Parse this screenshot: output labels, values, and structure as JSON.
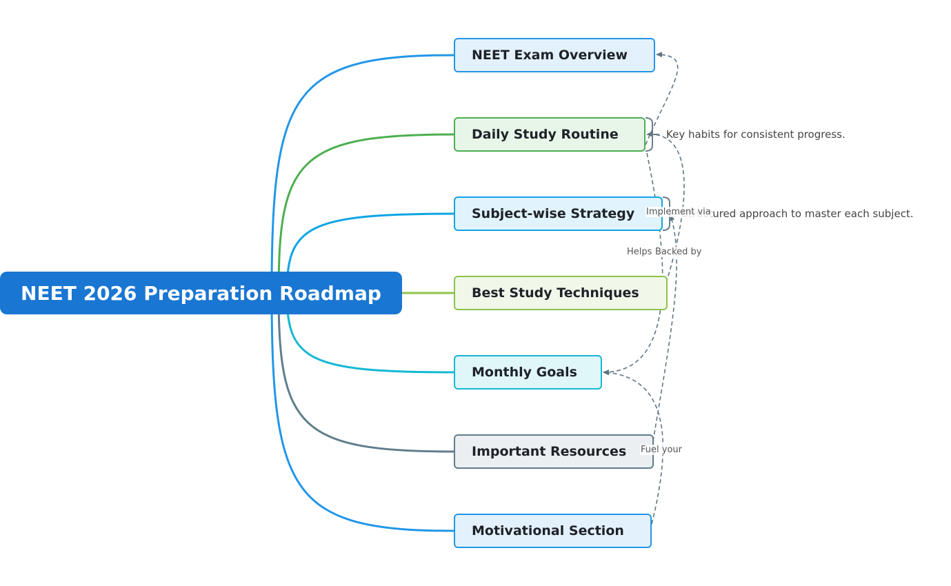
{
  "root": {
    "title": "NEET 2026 Preparation Roadmap",
    "color": "#1976d2"
  },
  "branches": [
    {
      "label": "NEET Exam Overview",
      "color": "#2196e8",
      "fill": "#e3f1fc"
    },
    {
      "label": "Daily Study Routine",
      "color": "#4caf50",
      "fill": "#e8f5e9"
    },
    {
      "label": "Subject-wise Strategy",
      "color": "#0ea5e4",
      "fill": "#e1f3fc"
    },
    {
      "label": "Best Study Techniques",
      "color": "#8bc34a",
      "fill": "#f1f8e9"
    },
    {
      "label": "Monthly Goals",
      "color": "#14b8d4",
      "fill": "#e0f7fa"
    },
    {
      "label": "Important Resources",
      "color": "#607d8b",
      "fill": "#eceff1"
    },
    {
      "label": "Motivational Section",
      "color": "#2196e8",
      "fill": "#e3f1fc"
    }
  ],
  "summaries": [
    {
      "text": "Key habits for consistent progress."
    },
    {
      "text": "Structured approach to master each subject."
    }
  ],
  "relationships": [
    {
      "label": "Implement via"
    },
    {
      "label": "Helps"
    },
    {
      "label": "Backed by"
    },
    {
      "label": "Fuel your"
    }
  ],
  "colors": {
    "relationship_line": "#5f7585",
    "summary_bracket": "#6b7c88"
  }
}
